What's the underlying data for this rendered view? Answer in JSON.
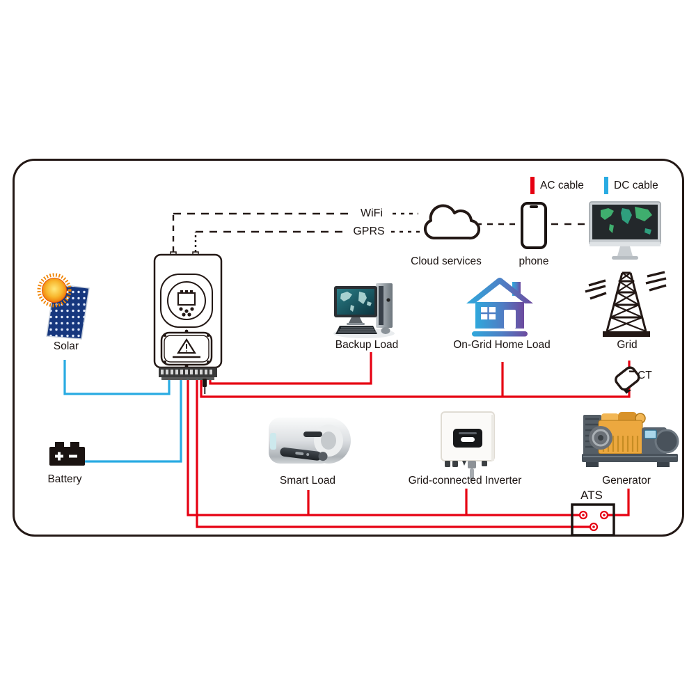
{
  "legend": {
    "ac": {
      "label": "AC cable"
    },
    "dc": {
      "label": "DC cable"
    }
  },
  "colors": {
    "ac_cable": "#e60012",
    "dc_cable": "#29abe2",
    "outline": "#231815"
  },
  "links": {
    "wifi": "WiFi",
    "gprs": "GPRS"
  },
  "nodes": {
    "solar": {
      "label": "Solar"
    },
    "battery": {
      "label": "Battery"
    },
    "backup_load": {
      "label": "Backup Load"
    },
    "on_grid_home_load": {
      "label": "On-Grid Home Load"
    },
    "grid": {
      "label": "Grid"
    },
    "ct": {
      "label": "CT"
    },
    "cloud": {
      "label": "Cloud services"
    },
    "phone": {
      "label": "phone"
    },
    "smart_load": {
      "label": "Smart Load"
    },
    "grid_connected_inverter": {
      "label": "Grid-connected Inverter"
    },
    "generator": {
      "label": "Generator"
    },
    "ats": {
      "label": "ATS"
    }
  }
}
